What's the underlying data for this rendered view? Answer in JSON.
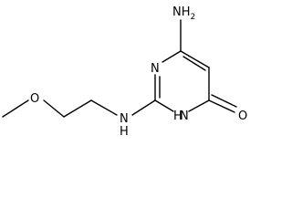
{
  "molecule": {
    "atoms": {
      "amino_nh2": "NH",
      "amino_subscript": "2",
      "ring_n_top": "N",
      "ring_nh": "H",
      "ring_nh_n": "N",
      "carbonyl_o": "O",
      "chain_o": "O",
      "link_nh_n": "N",
      "link_nh_h": "H"
    }
  }
}
